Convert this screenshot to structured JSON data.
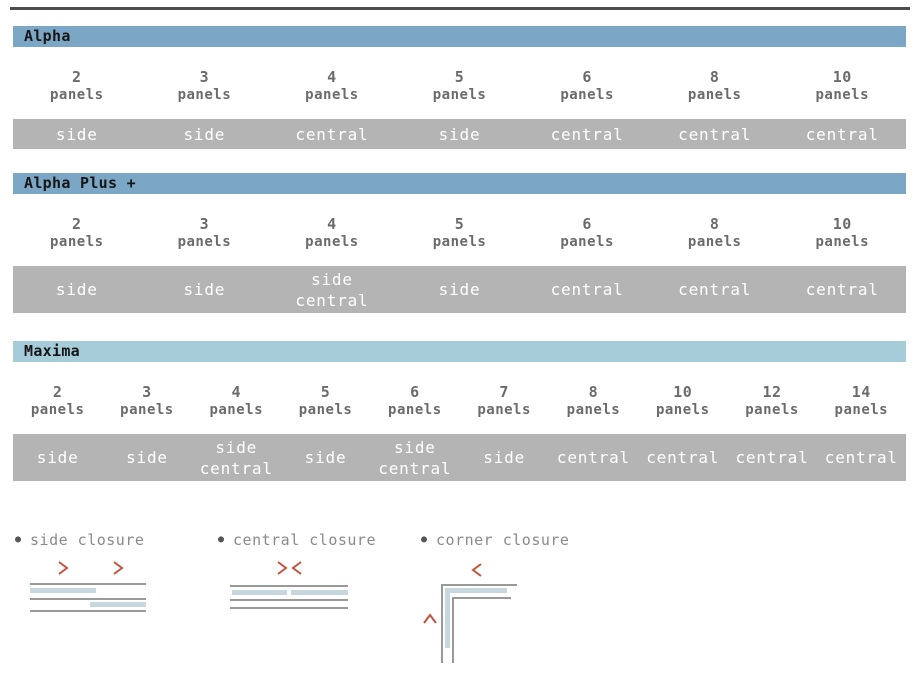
{
  "page": {
    "colors": {
      "header_blue": "#7ba6c6",
      "header_light_blue": "#a6cbd9",
      "band_gray": "#b4b4b4",
      "accent_red": "#c0553c",
      "diagram_line_gray": "#999999",
      "diagram_bar_blue": "#c6d7e0",
      "title_text": "#161616",
      "column_text": "#6b6b6b",
      "band_text": "#ffffff",
      "legend_text": "#8a8a8a"
    },
    "panels_word": "panels"
  },
  "sections": [
    {
      "title": "Alpha",
      "header_color_key": "header_blue",
      "columns": [
        {
          "count": "2",
          "closure": "side"
        },
        {
          "count": "3",
          "closure": "side"
        },
        {
          "count": "4",
          "closure": "central"
        },
        {
          "count": "5",
          "closure": "side"
        },
        {
          "count": "6",
          "closure": "central"
        },
        {
          "count": "8",
          "closure": "central"
        },
        {
          "count": "10",
          "closure": "central"
        }
      ]
    },
    {
      "title": "Alpha Plus +",
      "header_color_key": "header_blue",
      "columns": [
        {
          "count": "2",
          "closure": "side"
        },
        {
          "count": "3",
          "closure": "side"
        },
        {
          "count": "4",
          "closure": "side central"
        },
        {
          "count": "5",
          "closure": "side"
        },
        {
          "count": "6",
          "closure": "central"
        },
        {
          "count": "8",
          "closure": "central"
        },
        {
          "count": "10",
          "closure": "central"
        }
      ]
    },
    {
      "title": "Maxima",
      "header_color_key": "header_light_blue",
      "columns": [
        {
          "count": "2",
          "closure": "side"
        },
        {
          "count": "3",
          "closure": "side"
        },
        {
          "count": "4",
          "closure": "side central"
        },
        {
          "count": "5",
          "closure": "side"
        },
        {
          "count": "6",
          "closure": "side central"
        },
        {
          "count": "7",
          "closure": "side"
        },
        {
          "count": "8",
          "closure": "central"
        },
        {
          "count": "10",
          "closure": "central"
        },
        {
          "count": "12",
          "closure": "central"
        },
        {
          "count": "14",
          "closure": "central"
        }
      ]
    }
  ],
  "legend": {
    "items": [
      {
        "label": "side closure"
      },
      {
        "label": "central closure"
      },
      {
        "label": "corner closure"
      }
    ]
  }
}
